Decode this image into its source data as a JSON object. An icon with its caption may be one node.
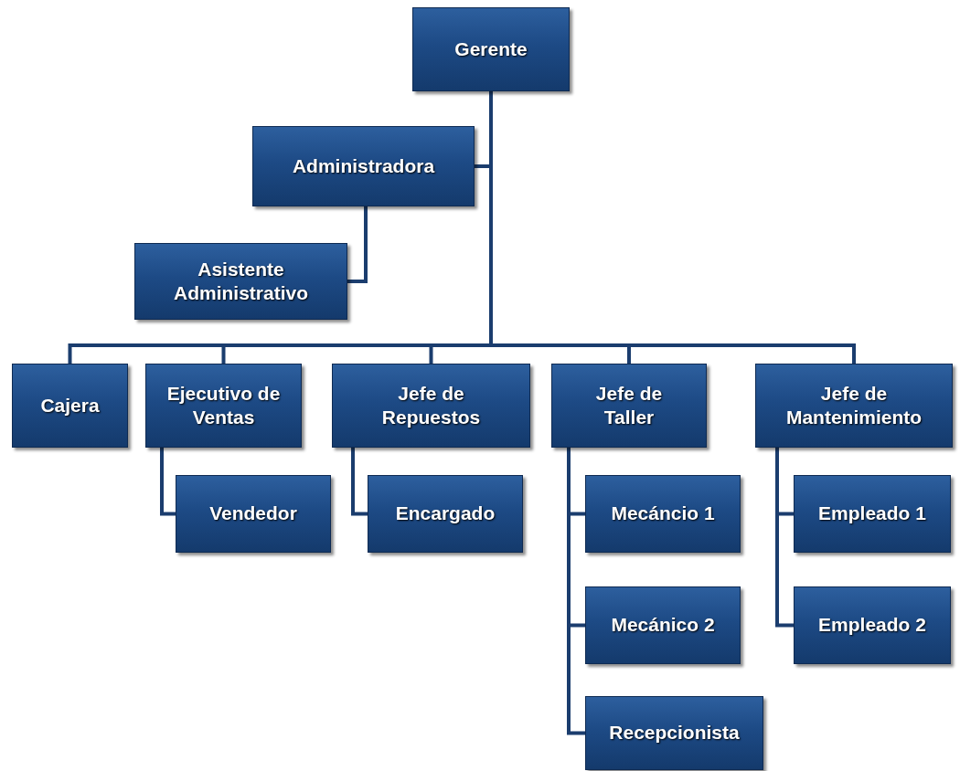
{
  "diagram": {
    "nodes": [
      {
        "text": [
          "Gerente"
        ]
      },
      {
        "text": [
          "Administradora"
        ]
      },
      {
        "text": [
          "Asistente Administrativo"
        ]
      },
      {
        "text": [
          "Cajera"
        ]
      },
      {
        "text": [
          "Ejecutivo de Ventas"
        ]
      },
      {
        "text": [
          "Jefe de Repuestos"
        ]
      },
      {
        "text": [
          "Jefe de Taller"
        ]
      },
      {
        "text": [
          "Jefe de Mantenimiento"
        ]
      },
      {
        "text": [
          "Vendedor"
        ]
      },
      {
        "text": [
          "Encargado"
        ]
      },
      {
        "text": [
          "Mecáncio 1"
        ]
      },
      {
        "text": [
          "Mecánico 2"
        ]
      },
      {
        "text": [
          "Recepcionista"
        ]
      },
      {
        "text": [
          "Empleado 1"
        ]
      },
      {
        "text": [
          "Empleado 2"
        ]
      }
    ],
    "edges": [
      {
        "from": 0,
        "to": 1,
        "arrow": "none"
      },
      {
        "from": 1,
        "to": 2,
        "arrow": "none"
      },
      {
        "from": 0,
        "to": 3,
        "arrow": "none"
      },
      {
        "from": 0,
        "to": 4,
        "arrow": "none"
      },
      {
        "from": 0,
        "to": 5,
        "arrow": "none"
      },
      {
        "from": 0,
        "to": 6,
        "arrow": "none"
      },
      {
        "from": 0,
        "to": 7,
        "arrow": "none"
      },
      {
        "from": 4,
        "to": 8,
        "arrow": "none"
      },
      {
        "from": 5,
        "to": 9,
        "arrow": "none"
      },
      {
        "from": 6,
        "to": 10,
        "arrow": "none"
      },
      {
        "from": 6,
        "to": 11,
        "arrow": "none"
      },
      {
        "from": 6,
        "to": 12,
        "arrow": "none"
      },
      {
        "from": 7,
        "to": 13,
        "arrow": "none"
      },
      {
        "from": 7,
        "to": 14,
        "arrow": "none"
      }
    ]
  }
}
